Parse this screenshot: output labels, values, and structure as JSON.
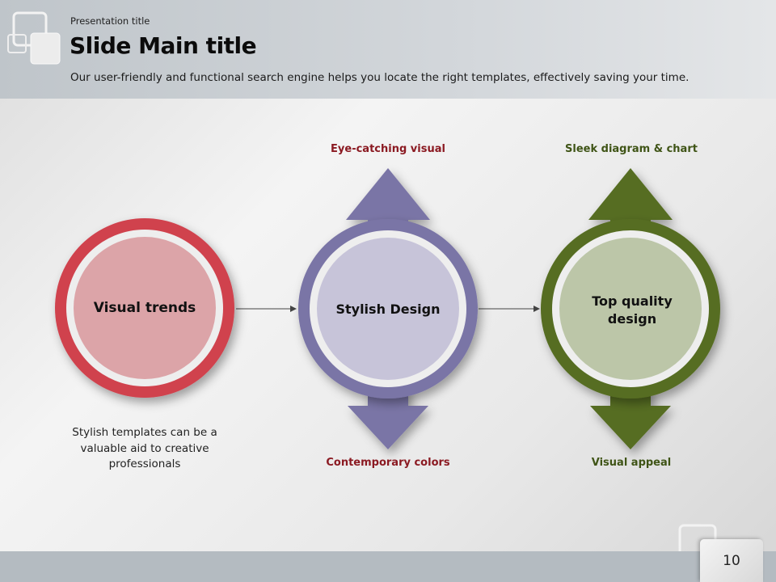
{
  "header": {
    "presentation_title": "Presentation title",
    "main_title": "Slide Main title",
    "subtitle": "Our user-friendly and functional search engine helps you locate the right templates, effectively saving your time."
  },
  "diagram": {
    "nodes": [
      {
        "label": "Visual trends",
        "color": "#d0424e",
        "fill": "#dca4a8"
      },
      {
        "label": "Stylish Design",
        "color": "#7a74a6",
        "fill": "#c7c4d9"
      },
      {
        "label": "Top quality design",
        "color": "#566d22",
        "fill": "#bcc6a8"
      }
    ],
    "labels": {
      "eye_catching": "Eye-catching visual",
      "contemporary": "Contemporary colors",
      "sleek": "Sleek diagram & chart",
      "visual_appeal": "Visual appeal"
    },
    "description": "Stylish templates can be a valuable aid to creative professionals",
    "label_colors": {
      "red": "#8b1a22",
      "green": "#3f5416"
    }
  },
  "footer": {
    "page_number": "10"
  }
}
